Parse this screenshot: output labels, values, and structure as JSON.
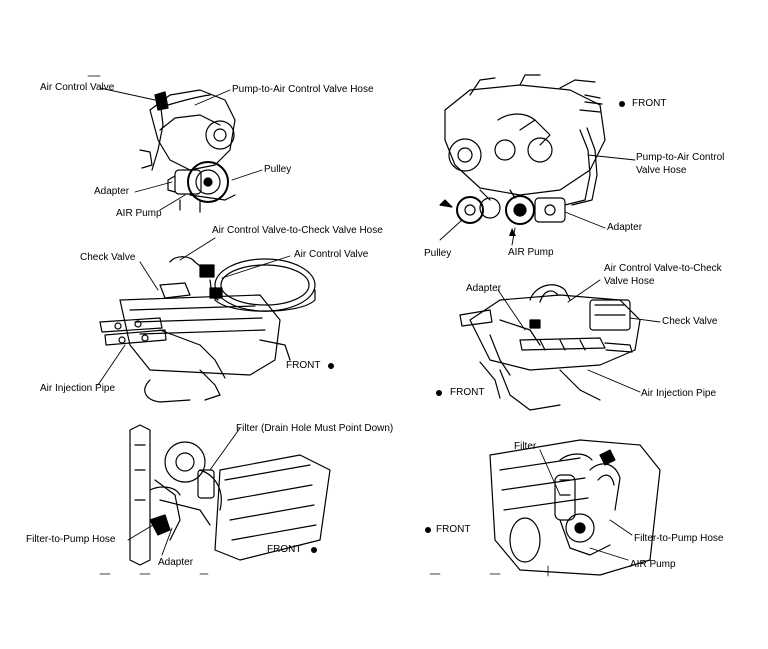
{
  "panels": [
    {
      "labels": {
        "air_control_valve": "Air Control Valve",
        "pump_hose": "Pump-to-Air Control Valve Hose",
        "pulley": "Pulley",
        "adapter": "Adapter",
        "air_pump": "AIR Pump"
      }
    },
    {
      "labels": {
        "front": "FRONT",
        "pump_hose_line1": "Pump-to-Air Control",
        "pump_hose_line2": "Valve Hose",
        "adapter": "Adapter",
        "pulley": "Pulley",
        "air_pump": "AIR Pump"
      }
    },
    {
      "labels": {
        "acv_check_hose": "Air Control Valve-to-Check Valve Hose",
        "check_valve": "Check Valve",
        "air_control_valve": "Air Control Valve",
        "front": "FRONT",
        "injection_pipe": "Air Injection Pipe"
      }
    },
    {
      "labels": {
        "adapter": "Adapter",
        "acv_check_hose_line1": "Air Control Valve-to-Check",
        "acv_check_hose_line2": "Valve Hose",
        "check_valve": "Check Valve",
        "front": "FRONT",
        "injection_pipe": "Air Injection Pipe"
      }
    },
    {
      "labels": {
        "filter_note": "Filter (Drain Hole Must Point Down)",
        "filter_pump_hose": "Filter-to-Pump Hose",
        "adapter": "Adapter",
        "front": "FRONT"
      }
    },
    {
      "labels": {
        "filter": "Filter",
        "front": "FRONT",
        "filter_pump_hose": "Filter-to-Pump Hose",
        "air_pump": "AIR Pump"
      }
    }
  ]
}
